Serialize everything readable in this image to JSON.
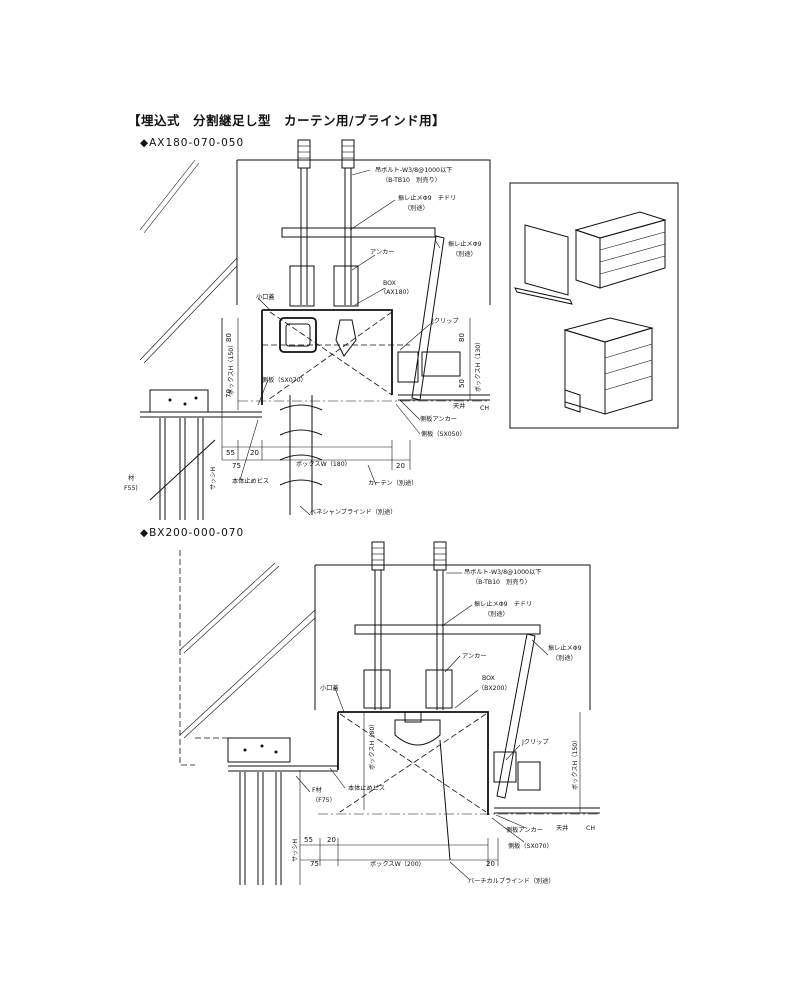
{
  "page_title": "【埋込式　分割継足し型　カーテン用/ブラインド用】",
  "detail_a": {
    "model": "◆AX180-070-050",
    "labels": {
      "hanging_bolt": "吊ボルト-W3/8@1000以下",
      "hanging_bolt_sub": "（B-TB10　別売り）",
      "sway_bracket": "振レ止メΦ9　チドリ",
      "sway_bracket_sub": "（別途）",
      "anchor": "アンカー",
      "sway_bracket_2": "振レ止メΦ9",
      "sway_bracket_2_sub": "（別途）",
      "box": "BOX",
      "box_sub": "（AX180）",
      "small_edge": "小口蓋",
      "j_clip": "Jクリップ",
      "side_plate_left": "側板（SX070）",
      "ceiling": "天井",
      "ch": "CH",
      "side_plate_anchor": "側板アンカー",
      "side_plate_right": "側板（SX050）",
      "body_screw": "本体止めビス",
      "curtain": "カーテン（別途）",
      "blind": "ベネシャンブラインド（別途）",
      "sash_h": "サッシH",
      "box_w": "ボックスW（180）",
      "box_h_left": "ボックスH（150）",
      "box_h_right": "ボックスH（130）",
      "f_material": "材",
      "f_material_sub": "F55)"
    },
    "dims": {
      "d80_left": "80",
      "d70": "70",
      "d80_right": "80",
      "d50": "50",
      "d55": "55",
      "d20": "20",
      "d75": "75",
      "d20b": "20"
    }
  },
  "detail_b": {
    "model": "◆BX200-000-070",
    "labels": {
      "hanging_bolt": "吊ボルト-W3/8@1000以下",
      "hanging_bolt_sub": "（B-TB10　別売り）",
      "sway_bracket": "振レ止メΦ9　チドリ",
      "sway_bracket_sub": "（別途）",
      "anchor": "アンカー",
      "sway_bracket_2": "振レ止メΦ9",
      "sway_bracket_2_sub": "（別途）",
      "box": "BOX",
      "box_sub": "（BX200）",
      "small_edge": "小口蓋",
      "j_clip": "Jクリップ",
      "ceiling": "天井",
      "ch": "CH",
      "side_plate_anchor": "側板アンカー",
      "side_plate": "側板（SX070）",
      "body_screw": "本体止めビス",
      "f_material": "F材",
      "f_material_sub": "（F75）",
      "box_h_left": "ボックスH（80）",
      "box_h_right": "ボックスH（150）",
      "box_w": "ボックスW（200）",
      "sash_h": "サッシH",
      "blind": "バーチカルブラインド（別途）"
    },
    "dims": {
      "d55": "55",
      "d20": "20",
      "d75": "75",
      "d20b": "20"
    }
  }
}
